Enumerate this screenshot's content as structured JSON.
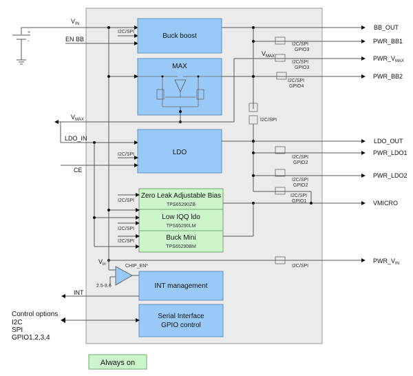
{
  "diagram": {
    "blocks": {
      "buck_boost": "Buck boost",
      "max": "MAX",
      "ldo": "LDO",
      "zero_leak_title": "Zero Leak Adjustable Bias",
      "zero_leak_part": "TPS65290ZB",
      "low_iqq_title": "Low IQQ ldo",
      "low_iqq_part": "TPS65290LM",
      "buck_mini_title": "Buck Mini",
      "buck_mini_part": "TPS65290BM",
      "int_mgmt": "INT management",
      "serial_line1": "Serial Interface",
      "serial_line2": "GPIO control"
    },
    "inputs": {
      "vin": "V",
      "vin_sub": "IN",
      "en_bb": "EN BB",
      "vmax": "V",
      "vmax_sub": "MAX",
      "ldo_in": "LDO_IN",
      "ce": "CE",
      "vin2": "V",
      "vin2_sub": "in",
      "int": "INT",
      "chip_en": "CHIP_EN*",
      "threshold": "2.5-3.6"
    },
    "control_labels": {
      "i2c_spi": "I2C/SPI",
      "gpio1": "GPIO1",
      "gpio2": "GPIO2",
      "gpio3": "GPIO3",
      "gpio4": "GPIO4",
      "vmax_label": "V",
      "vmax_label_sub": "MAX"
    },
    "outputs": {
      "bb_out": "BB_OUT",
      "pwr_bb1": "PWR_BB1",
      "pwr_vmax": "PWR_V",
      "pwr_vmax_sub": "MAX",
      "pwr_bb2": "PWR_BB2",
      "ldo_out": "LDO_OUT",
      "pwr_ldo1": "PWR_LDO1",
      "pwr_ldo2": "PWR_LDO2",
      "vmicro": "VMICRO",
      "pwr_vin": "PWR_V",
      "pwr_vin_sub": "IN"
    },
    "control_options": {
      "title": "Control options",
      "items": [
        "I2C",
        "SPI",
        "GPIO1,2,3,4"
      ]
    },
    "legend": {
      "always_on": "Always on",
      "always_on_color": "#ccf5cc",
      "block_color": "#99c9f7"
    },
    "battery": {
      "plus": "+",
      "minus": "-"
    }
  }
}
